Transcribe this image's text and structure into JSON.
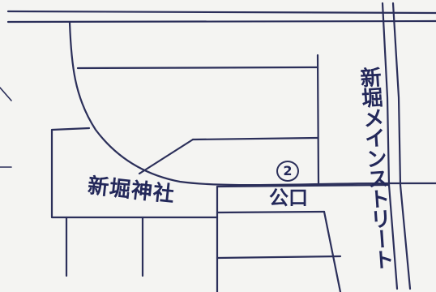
{
  "map": {
    "labels": {
      "shrine": "新堀神社",
      "park": "公口",
      "street": "新堀メインストリート"
    },
    "marker": {
      "number": "2"
    },
    "colors": {
      "paper": "#f4f4f2",
      "ink": "#2b2f5a"
    }
  }
}
